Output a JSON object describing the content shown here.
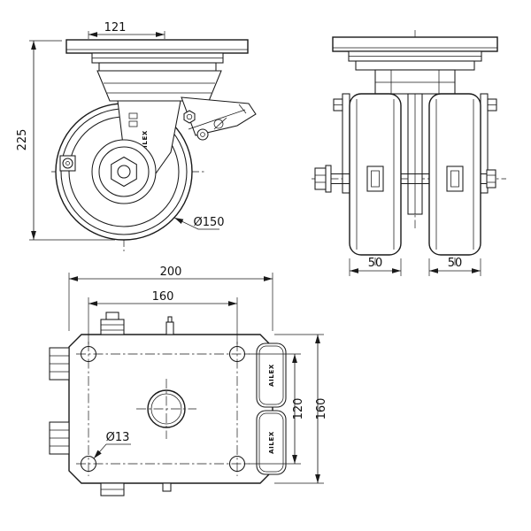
{
  "drawing": {
    "brand": "AILEX",
    "line_color": "#1a1a1a",
    "background": "#ffffff",
    "views": {
      "side": {
        "dim_offset_width": "121",
        "dim_overall_height": "225",
        "dim_wheel_diameter": "Ø150"
      },
      "front": {
        "dim_left_wheel_width": "50",
        "dim_right_wheel_width": "50"
      },
      "plan": {
        "dim_plate_width": "200",
        "dim_bolt_spacing_width": "160",
        "dim_bolt_spacing_depth": "120",
        "dim_plate_depth": "160",
        "dim_bolt_hole_diameter": "Ø13"
      }
    }
  }
}
